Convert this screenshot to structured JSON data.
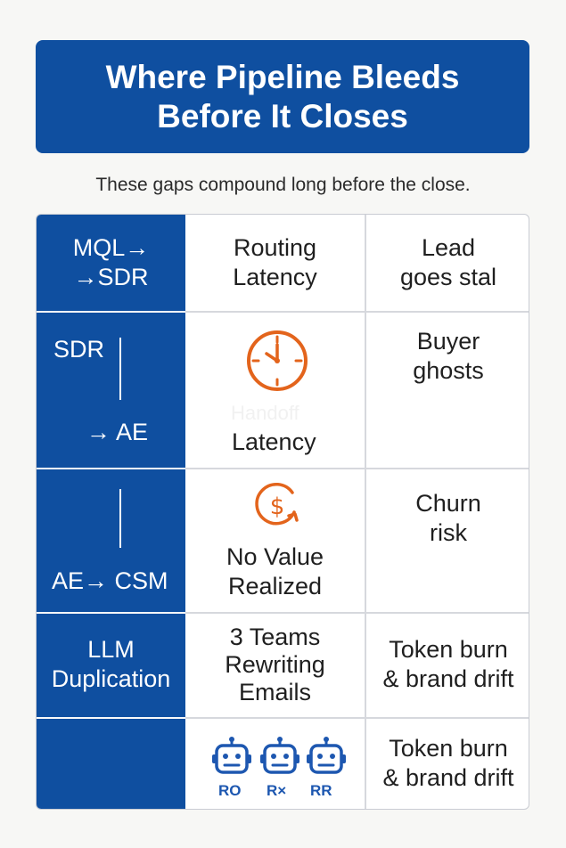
{
  "title": {
    "line1": "Where Pipeline Bleeds",
    "line2": "Before It Closes"
  },
  "subtitle": "These gaps compound long before the close.",
  "rows": [
    {
      "stage_line1": "MQL→",
      "stage_line2": "→SDR",
      "gap_line1": "Routing",
      "gap_line2": "Latency",
      "impact_line1": "Lead",
      "impact_line2": "goes stal"
    },
    {
      "stage_line1": "SDR",
      "stage_line2": "→ AE",
      "gap_icon": "clock-icon",
      "gap_faded": "Handoff",
      "gap_line1": "Latency",
      "impact_line1": "Buyer",
      "impact_line2": "ghosts"
    },
    {
      "stage_line1": "AE→ CSM",
      "gap_icon": "dollar-cycle-icon",
      "gap_line1": "No Value",
      "gap_line2": "Realized",
      "impact_line1": "Churn",
      "impact_line2": "risk"
    },
    {
      "stage_line1": "LLM",
      "stage_line2": "Duplication",
      "gap_line1": "3 Teams",
      "gap_line2": "Rewriting",
      "gap_line3": "Emails",
      "impact_line1": "Token burn",
      "impact_line2": "& brand drift"
    },
    {
      "stage_line1": "",
      "gap_icon": "robot-icon",
      "bot_labels": [
        "RO",
        "R×",
        "RR"
      ],
      "impact_line1": "Token burn",
      "impact_line2": "& brand drift"
    }
  ],
  "colors": {
    "brand_blue": "#0f4fa0",
    "icon_orange": "#e3641c",
    "robot_blue": "#1d57b0",
    "grid": "#d6d8dd"
  }
}
